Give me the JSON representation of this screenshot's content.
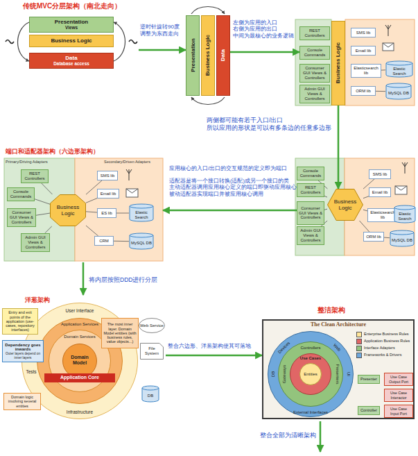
{
  "diagram": {
    "nodes": [
      {
        "text": [
          "传统MVC分层架构（南北走向）"
        ]
      },
      {
        "text": [
          "Presentation",
          "Views"
        ],
        "in": 0
      },
      {
        "text": [
          "Business Logic"
        ],
        "in": 0
      },
      {
        "text": [
          "Data",
          "Database access"
        ],
        "in": 0
      },
      {
        "text": [
          "Presentation"
        ]
      },
      {
        "text": [
          "Business Logic"
        ]
      },
      {
        "text": [
          "Data"
        ]
      },
      {
        "text": [
          "REST Controllers"
        ]
      },
      {
        "text": [
          "Console Commands"
        ]
      },
      {
        "text": [
          "Consumer GUI Views & Controllers"
        ]
      },
      {
        "text": [
          "Admin GUI Views & Controllers"
        ]
      },
      {
        "text": [
          "Business Logic"
        ]
      },
      {
        "text": [
          "SMS lib"
        ]
      },
      {
        "text": [
          "Email lib"
        ]
      },
      {
        "text": [
          "Elasticsearch lib"
        ]
      },
      {
        "text": [
          "Elastic Search"
        ]
      },
      {
        "text": [
          "ORM lib"
        ]
      },
      {
        "text": [
          "MySQL DB"
        ]
      },
      {
        "text": [
          "Business Logic"
        ]
      },
      {
        "text": [
          "Console Commands"
        ]
      },
      {
        "text": [
          "REST Controllers"
        ]
      },
      {
        "text": [
          "Consumer GUI Views & Controllers"
        ]
      },
      {
        "text": [
          "Admin GUI Views & Controllers"
        ]
      },
      {
        "text": [
          "SMS lib"
        ]
      },
      {
        "text": [
          "Email lib"
        ]
      },
      {
        "text": [
          "Elasticsearch lib"
        ]
      },
      {
        "text": [
          "Elastic Search"
        ]
      },
      {
        "text": [
          "ORM lib"
        ]
      },
      {
        "text": [
          "MySQL DB"
        ]
      },
      {
        "text": [
          "端口和适配器架构（六边形架构）"
        ]
      },
      {
        "text": [
          "Business Logic"
        ],
        "in": 29
      },
      {
        "text": [
          "REST Controllers"
        ],
        "in": 29
      },
      {
        "text": [
          "Console Commands"
        ],
        "in": 29
      },
      {
        "text": [
          "Consumer GUI Views & Controllers"
        ],
        "in": 29
      },
      {
        "text": [
          "Admin GUI Views & Controllers"
        ],
        "in": 29
      },
      {
        "text": [
          "SMS lib"
        ],
        "in": 29
      },
      {
        "text": [
          "Email lib"
        ],
        "in": 29
      },
      {
        "text": [
          "ES lib"
        ],
        "in": 29
      },
      {
        "text": [
          "Elastic Search"
        ],
        "in": 29
      },
      {
        "text": [
          "CRM"
        ],
        "in": 29
      },
      {
        "text": [
          "MySQL DB"
        ],
        "in": 29
      },
      {
        "text": [
          "洋葱架构"
        ]
      },
      {
        "text": [
          "User Interface",
          "Tests",
          "Infrastructure"
        ],
        "in": 41
      },
      {
        "text": [
          "Application Services"
        ],
        "in": 42
      },
      {
        "text": [
          "Domain Services"
        ],
        "in": 43
      },
      {
        "text": [
          "Domain Model"
        ],
        "in": 44
      },
      {
        "text": [
          "Application Core"
        ],
        "in": 43
      },
      {
        "text": [
          "Entry and exit points of the application (use-cases, repository interfaces)"
        ],
        "in": 41
      },
      {
        "text": [
          "Dependency goes inwards",
          "Outer layers depend on inner layers"
        ],
        "in": 41
      },
      {
        "text": [
          "The most inner layer. Domain Model entities (with business rules, value objects...)"
        ],
        "in": 41
      },
      {
        "text": [
          "Domain logic involving several entities"
        ],
        "in": 41
      },
      {
        "text": [
          "Web Service"
        ],
        "in": 41
      },
      {
        "text": [
          "File System"
        ],
        "in": 41
      },
      {
        "text": [
          "DB"
        ],
        "in": 41
      },
      {
        "text": [
          "整洁架构",
          "The Clean Architecture"
        ]
      },
      {
        "text": [
          "Devices",
          "Web",
          "UI",
          "DB",
          "External Interfaces"
        ],
        "in": 54
      },
      {
        "text": [
          "Controllers",
          "Gateways",
          "Presenters"
        ],
        "in": 55
      },
      {
        "text": [
          "Use Cases"
        ],
        "in": 56
      },
      {
        "text": [
          "Entities"
        ],
        "in": 57
      },
      {
        "text": [
          "Presenter"
        ],
        "in": 54
      },
      {
        "text": [
          "Use Case Output Port"
        ],
        "in": 54
      },
      {
        "text": [
          "Use Case Interactor"
        ],
        "in": 54
      },
      {
        "text": [
          "Controller"
        ],
        "in": 54
      },
      {
        "text": [
          "Use Case Input Port"
        ],
        "in": 54
      }
    ],
    "edges": [
      {
        "from": 0,
        "to": 4,
        "arrow": "to",
        "label": "逆时针旋转90度 调整为东西走向"
      },
      {
        "from": 6,
        "to": 8,
        "arrow": "to",
        "label": "左侧为应用的入口 右侧为应用的出口 中间为最核心的业务逻辑"
      },
      {
        "from": 11,
        "to": 18,
        "arrow": "to",
        "label": "两侧都可能有若干入口/出口 所以应用的形状是可以有多条边的任意多边形"
      },
      {
        "from": 21,
        "to": 29,
        "arrow": "to",
        "label": "应用核心的入口/出口的交互规范的定义即为端口"
      },
      {
        "from": 29,
        "to": 41,
        "arrow": "to",
        "label": "将内层按照DDD进行分层"
      },
      {
        "from": 41,
        "to": 54,
        "arrow": "to",
        "label": "整合六边形、洋葱架构使其可落地"
      },
      {
        "from": 14,
        "to": 15,
        "arrow": "none"
      },
      {
        "from": 16,
        "to": 17,
        "arrow": "none"
      },
      {
        "from": 19,
        "to": 18,
        "arrow": "none"
      },
      {
        "from": 20,
        "to": 18,
        "arrow": "none"
      },
      {
        "from": 21,
        "to": 18,
        "arrow": "none"
      },
      {
        "from": 22,
        "to": 18,
        "arrow": "none"
      },
      {
        "from": 18,
        "to": 23,
        "arrow": "none"
      },
      {
        "from": 18,
        "to": 24,
        "arrow": "none"
      },
      {
        "from": 18,
        "to": 25,
        "arrow": "none"
      },
      {
        "from": 18,
        "to": 27,
        "arrow": "none"
      },
      {
        "from": 25,
        "to": 26,
        "arrow": "none"
      },
      {
        "from": 27,
        "to": 28,
        "arrow": "none"
      },
      {
        "from": 31,
        "to": 30,
        "arrow": "none"
      },
      {
        "from": 32,
        "to": 30,
        "arrow": "none"
      },
      {
        "from": 33,
        "to": 30,
        "arrow": "none"
      },
      {
        "from": 34,
        "to": 30,
        "arrow": "none"
      },
      {
        "from": 30,
        "to": 35,
        "arrow": "none"
      },
      {
        "from": 30,
        "to": 36,
        "arrow": "none"
      },
      {
        "from": 30,
        "to": 37,
        "arrow": "none"
      },
      {
        "from": 30,
        "to": 39,
        "arrow": "none"
      },
      {
        "from": 37,
        "to": 38,
        "arrow": "none"
      },
      {
        "from": 39,
        "to": 40,
        "arrow": "none"
      },
      {
        "from": 59,
        "to": 60,
        "arrow": "to"
      },
      {
        "from": 61,
        "to": 60,
        "arrow": "to"
      },
      {
        "from": 61,
        "to": 63,
        "arrow": "to"
      },
      {
        "from": 62,
        "to": 63,
        "arrow": "to"
      }
    ],
    "labels": [
      "适配器是将一个接口转换(适配)成另一个接口的类 主动适配器调用应用核心定义的端口即驱动应用核心 被动适配器实现端口并被应用核心调用",
      "Primary/Driving Adapters",
      "Secondary/Driven Adapters",
      "整合全部为清晰架构"
    ],
    "legend": [
      {
        "text": "Enterprise Business Rules",
        "color": "#ffe599"
      },
      {
        "text": "Application Business Rules",
        "color": "#e06666"
      },
      {
        "text": "Interface Adapters",
        "color": "#93c47d"
      },
      {
        "text": "Frameworks & Drivers",
        "color": "#6fa8dc"
      }
    ]
  }
}
